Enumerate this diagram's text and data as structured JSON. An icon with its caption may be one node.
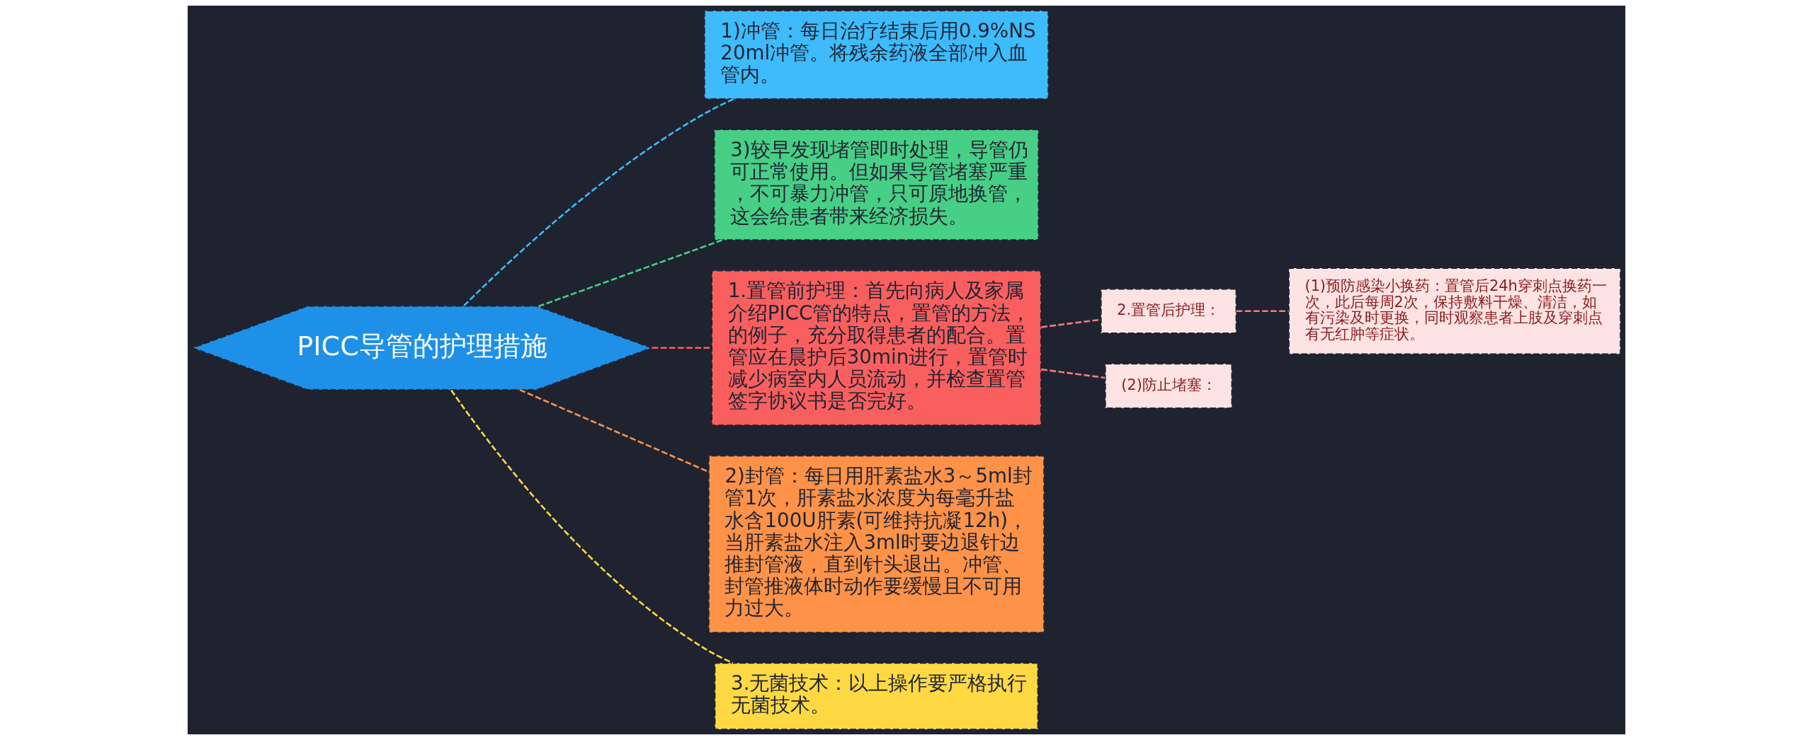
{
  "diagram": {
    "nodes": [
      {
        "text": [
          "1)冲管：每日治疗结束后用0.9%NS20ml冲管。将残余药液全部冲入血管内。"
        ]
      },
      {
        "text": [
          "3)较早发现堵管即时处理，导管仍可正常使用。但如果导管堵塞严重，不可暴力冲管，只可原地换管，这会给患者带来经济损失。"
        ]
      },
      {
        "text": [
          "PICC导管的护理措施"
        ]
      },
      {
        "text": [
          "1.置管前护理：首先向病人及家属介绍PICC管的特点，置管的方法，的例子，充分取得患者的配合。置管应在晨护后30min进行，置管时减少病室内人员流动，并检查置管签字协议书是否完好。"
        ]
      },
      {
        "text": [
          "2.置管后护理："
        ]
      },
      {
        "text": [
          "(1)预防感染小换药：置管后24h穿刺点换药一次，此后每周2次，保持敷料干燥、清洁，如有污染及时更换，同时观察患者上肢及穿刺点有无红肿等症状。"
        ]
      },
      {
        "text": [
          "(2)防止堵塞："
        ]
      },
      {
        "text": [
          "2)封管：每日用肝素盐水3～5ml封管1次，肝素盐水浓度为每毫升盐水含100U肝素(可维持抗凝12h)，当肝素盐水注入3ml时要边退针边推封管液，直到针头退出。冲管、封管推液体时动作要缓慢且不可用力过大。"
        ]
      },
      {
        "text": [
          "3.无菌技术：以上操作要严格执行无菌技术。"
        ]
      }
    ],
    "edges": [
      {
        "from": 2,
        "to": 0,
        "arrow": "none",
        "style": "dashed",
        "color": "#3dbbfb"
      },
      {
        "from": 2,
        "to": 1,
        "arrow": "none",
        "style": "dashed",
        "color": "#47cf86"
      },
      {
        "from": 2,
        "to": 3,
        "arrow": "none",
        "style": "dashed",
        "color": "#f95f5f"
      },
      {
        "from": 2,
        "to": 7,
        "arrow": "none",
        "style": "dashed",
        "color": "#fd9248"
      },
      {
        "from": 2,
        "to": 8,
        "arrow": "none",
        "style": "dashed",
        "color": "#fed944"
      },
      {
        "from": 3,
        "to": 4,
        "arrow": "none",
        "style": "dashed",
        "color": "#f27d7d"
      },
      {
        "from": 3,
        "to": 6,
        "arrow": "none",
        "style": "dashed",
        "color": "#f27d7d"
      },
      {
        "from": 4,
        "to": 5,
        "arrow": "none",
        "style": "dashed",
        "color": "#f27d7d"
      }
    ]
  }
}
